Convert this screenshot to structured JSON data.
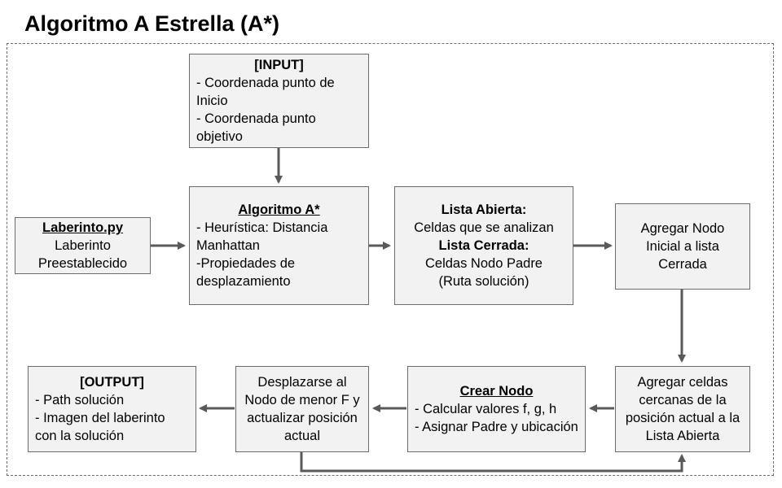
{
  "title": "Algoritmo A Estrella (A*)",
  "colors": {
    "box_fill": "#f2f2f2",
    "border": "#6b6b6b",
    "arrow": "#595959"
  },
  "nodes": {
    "input": {
      "heading": "[INPUT]",
      "lines": [
        "- Coordenada punto de Inicio",
        "- Coordenada punto objetivo"
      ]
    },
    "laberinto": {
      "heading": "Laberinto.py",
      "lines": [
        "Laberinto",
        "Preestablecido"
      ]
    },
    "algoritmo": {
      "heading": "Algoritmo A*",
      "lines": [
        "- Heurística: Distancia Manhattan",
        "-Propiedades de desplazamiento"
      ]
    },
    "listas": {
      "open_heading": "Lista Abierta:",
      "open_text": "Celdas que se analizan",
      "closed_heading": "Lista Cerrada:",
      "closed_text": "Celdas Nodo Padre",
      "closed_note": "(Ruta solución)"
    },
    "agregar_inicial": {
      "text": "Agregar Nodo Inicial a lista Cerrada"
    },
    "agregar_celdas": {
      "text": "Agregar celdas cercanas de la posición actual a la Lista Abierta"
    },
    "crear_nodo": {
      "heading": "Crear Nodo",
      "lines": [
        "- Calcular valores f, g, h",
        "- Asignar Padre y ubicación"
      ]
    },
    "desplazarse": {
      "text": "Desplazarse al Nodo de menor F y actualizar posición actual"
    },
    "output": {
      "heading": "[OUTPUT]",
      "lines": [
        "- Path solución",
        "- Imagen del laberinto con la solución"
      ]
    }
  }
}
